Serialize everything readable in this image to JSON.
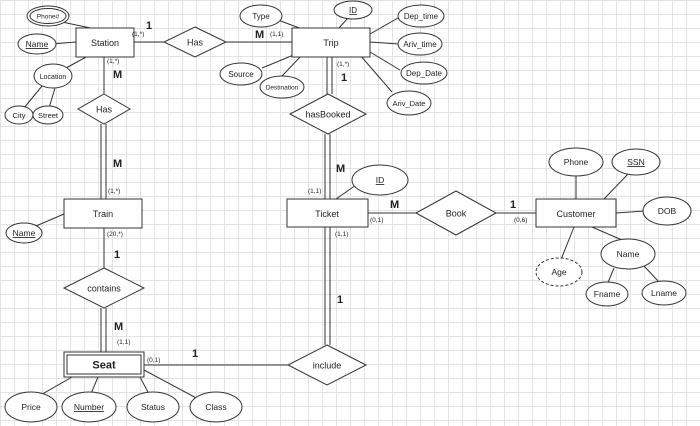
{
  "entities": {
    "station": "Station",
    "trip": "Trip",
    "train": "Train",
    "ticket": "Ticket",
    "customer": "Customer",
    "seat": "Seat"
  },
  "relationships": {
    "has_station_trip": "Has",
    "has_station_train": "Has",
    "has_booked": "hasBooked",
    "book": "Book",
    "contains": "contains",
    "include": "include"
  },
  "attributes": {
    "station_phone": "Phone#",
    "station_name": "Name",
    "station_location": "Location",
    "location_city": "City",
    "location_street": "Street",
    "trip_type": "Type",
    "trip_id": "ID",
    "trip_dep_time": "Dep_time",
    "trip_ariv_time": "Ariv_time",
    "trip_dep_date": "Dep_Date",
    "trip_ariv_date": "Ariv_Date",
    "trip_source": "Source",
    "trip_destination": "Destination",
    "train_name": "Name",
    "ticket_id": "ID",
    "customer_phone": "Phone",
    "customer_ssn": "SSN",
    "customer_dob": "DOB",
    "customer_age": "Age",
    "customer_name": "Name",
    "name_fname": "Fname",
    "name_lname": "Lname",
    "seat_price": "Price",
    "seat_number": "Number",
    "seat_status": "Status",
    "seat_class": "Class"
  },
  "cardinalities": {
    "station_has_1": "1",
    "station_has_range": "(1,*)",
    "trip_has_m": "M",
    "trip_has_range": "(1,1)",
    "station_down_range": "(1,*)",
    "station_down_m": "M",
    "train_has_m": "M",
    "train_has_range": "(1,*)",
    "trip_booked_range": "(1,*)",
    "trip_booked_1": "1",
    "ticket_booked_m": "M",
    "ticket_booked_range": "(1,1)",
    "ticket_book_m": "M",
    "ticket_book_range": "(0,1)",
    "customer_book_1": "1",
    "customer_book_range": "(0,6)",
    "train_contains_range": "(20,*)",
    "train_contains_1": "1",
    "seat_contains_m": "M",
    "seat_contains_range": "(1,1)",
    "ticket_include_range": "(1,1)",
    "ticket_include_1": "1",
    "seat_include_range": "(0,1)",
    "seat_include_1": "1"
  }
}
